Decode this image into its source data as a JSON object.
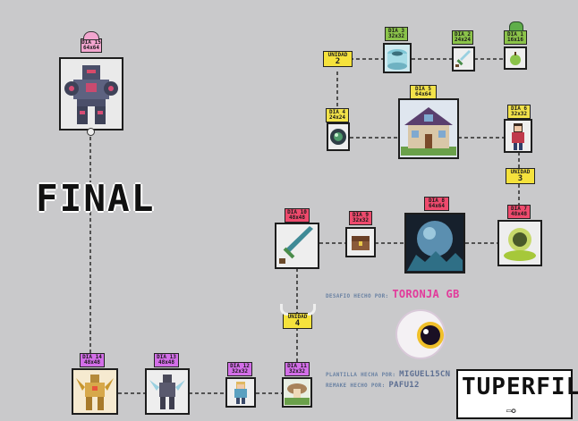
{
  "nodes": [
    {
      "id": "dia1",
      "label": "DIA 1",
      "size": "16x16",
      "color": "g"
    },
    {
      "id": "dia2",
      "label": "DIA 2",
      "size": "24x24",
      "color": "g"
    },
    {
      "id": "dia3",
      "label": "DIA 3",
      "size": "32x32",
      "color": "g"
    },
    {
      "id": "dia4",
      "label": "DIA 4",
      "size": "24x24",
      "color": "y"
    },
    {
      "id": "dia5",
      "label": "DIA 5",
      "size": "64x64",
      "color": "y"
    },
    {
      "id": "dia6",
      "label": "DIA 6",
      "size": "32x32",
      "color": "y"
    },
    {
      "id": "dia7",
      "label": "DIA 7",
      "size": "48x48",
      "color": "r"
    },
    {
      "id": "dia8",
      "label": "DIA 8",
      "size": "64x64",
      "color": "r"
    },
    {
      "id": "dia9",
      "label": "DIA 9",
      "size": "32x32",
      "color": "r"
    },
    {
      "id": "dia10",
      "label": "DIA 10",
      "size": "48x48",
      "color": "r"
    },
    {
      "id": "dia11",
      "label": "DIA 11",
      "size": "32x32",
      "color": "m"
    },
    {
      "id": "dia12",
      "label": "DIA 12",
      "size": "32x32",
      "color": "m"
    },
    {
      "id": "dia13",
      "label": "DIA 13",
      "size": "48x48",
      "color": "m"
    },
    {
      "id": "dia14",
      "label": "DIA 14",
      "size": "48x48",
      "color": "m"
    },
    {
      "id": "dia15",
      "label": "DIA 15",
      "size": "64x64",
      "color": "p"
    }
  ],
  "units": [
    {
      "label": "UNIDAD",
      "num": "2"
    },
    {
      "label": "UNIDAD",
      "num": "3"
    },
    {
      "label": "UNIDAD",
      "num": "4"
    }
  ],
  "final_text": "FINAL",
  "credits": {
    "challenge_label": "DESAFIO HECHO POR:",
    "challenge_author": "TORONJA GB",
    "template_label": "PLANTILLA HECHA POR:",
    "template_author": "MIGUEL15CN",
    "remake_label": "REMAKE HECHO POR:",
    "remake_author": "PAFU12"
  },
  "logo": {
    "text": "TUPERFIL",
    "icons": "▭✪"
  }
}
